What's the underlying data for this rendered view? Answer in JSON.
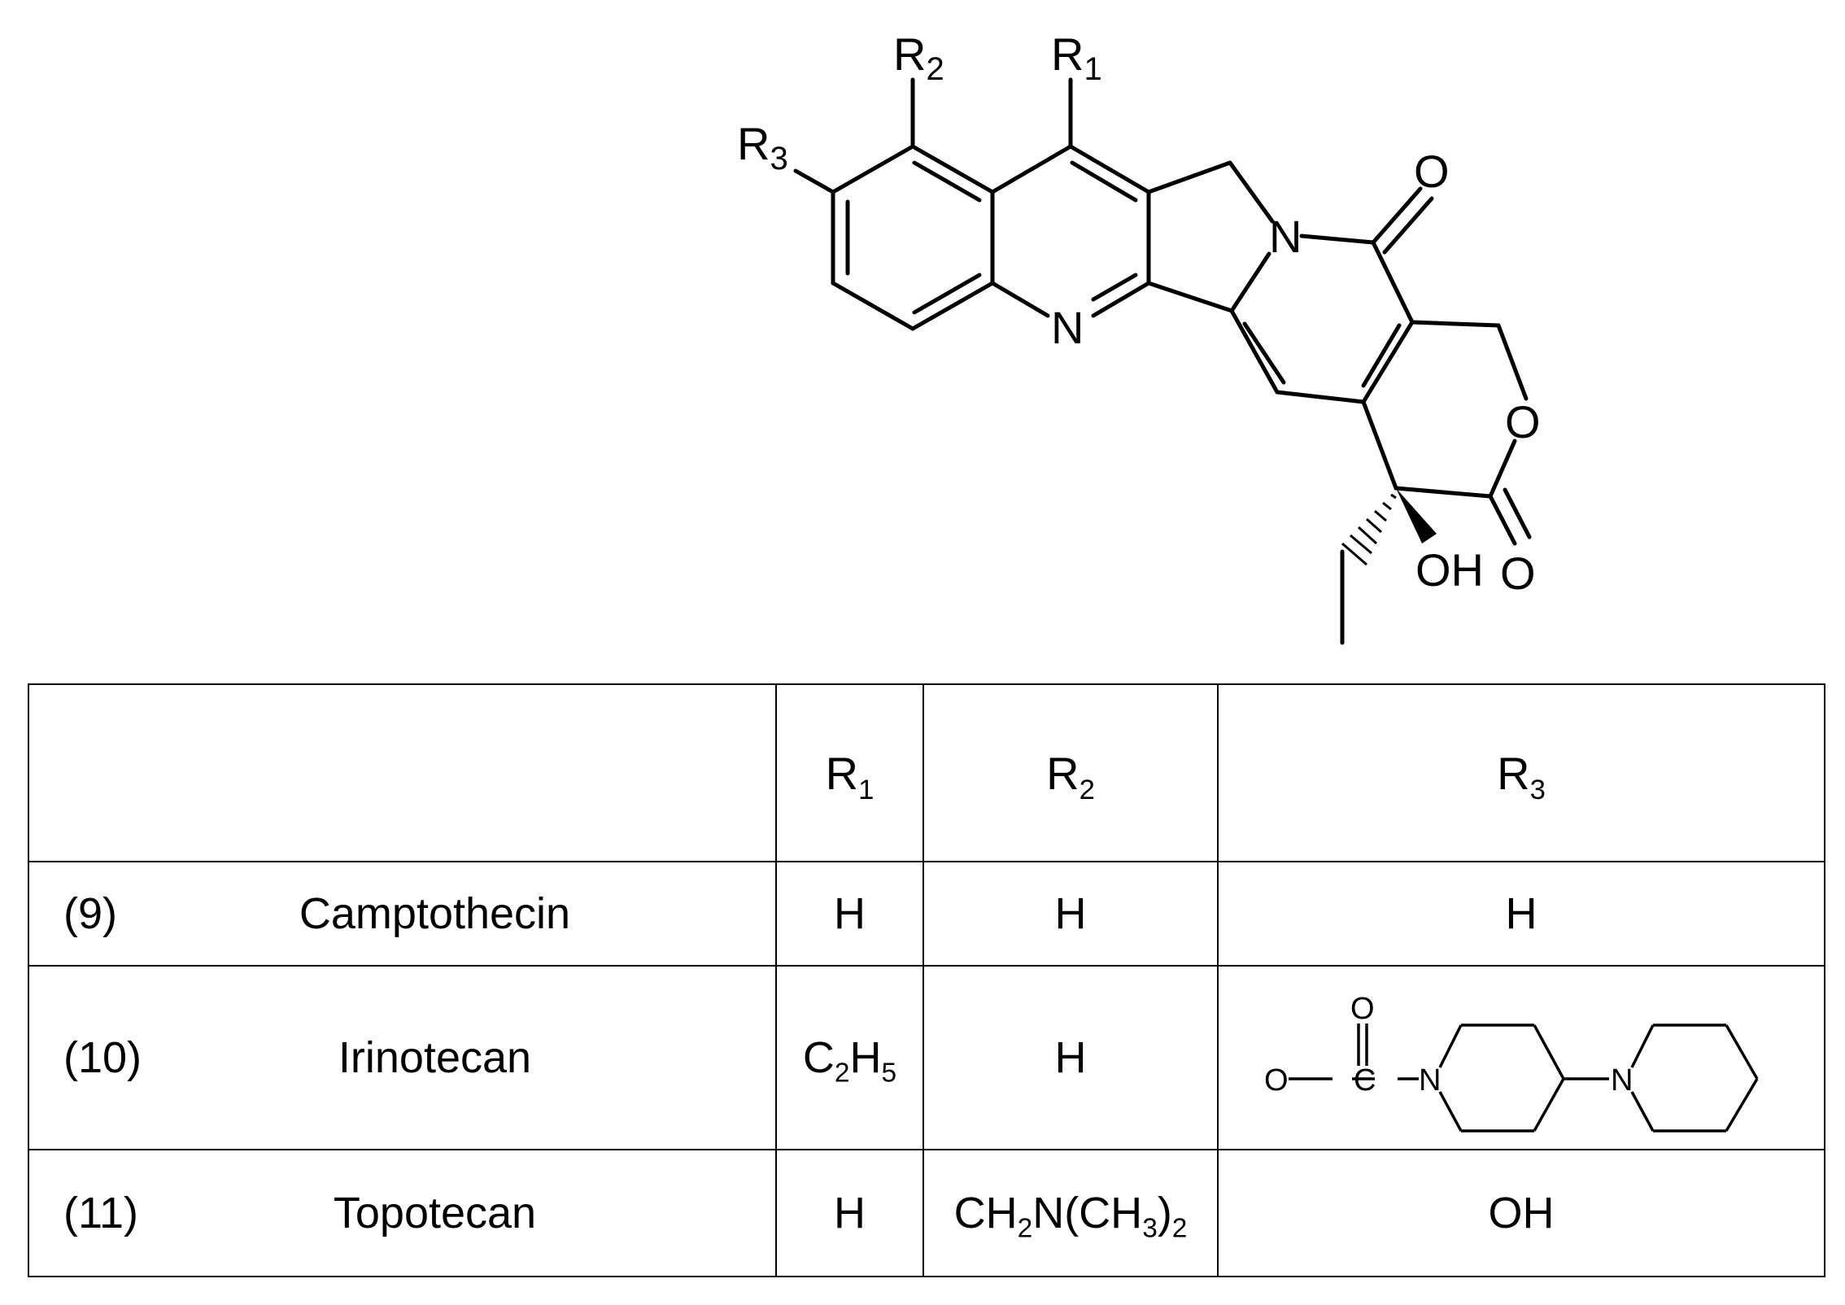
{
  "molecule": {
    "R1": "R",
    "R1_sub": "1",
    "R2": "R",
    "R2_sub": "2",
    "R3": "R",
    "R3_sub": "3",
    "N_ring": "N",
    "N_lactam": "N",
    "O_ketone": "O",
    "O_ring": "O",
    "O_lactone": "O",
    "OH": "OH"
  },
  "table": {
    "headers": [
      {
        "main": "R",
        "sub": "1"
      },
      {
        "main": "R",
        "sub": "2"
      },
      {
        "main": "R",
        "sub": "3"
      }
    ],
    "rows": [
      {
        "num": "(9)",
        "name": "Camptothecin",
        "r1": "H",
        "r2": "H",
        "r3": "H"
      },
      {
        "num": "(10)",
        "name": "Irinotecan",
        "r1_a": "C",
        "r1_a_sub": "2",
        "r1_b": "H",
        "r1_b_sub": "5",
        "r2": "H",
        "r3_struct": {
          "o_carbonyl": "O",
          "o_ester": "O",
          "c": "C",
          "n1": "N",
          "n2": "N"
        }
      },
      {
        "num": "(11)",
        "name": "Topotecan",
        "r1": "H",
        "r2_a": "CH",
        "r2_a_sub": "2",
        "r2_b": "N(CH",
        "r2_b_sub": "3",
        "r2_c": ")",
        "r2_c_sub": "2",
        "r3": "OH"
      }
    ]
  }
}
